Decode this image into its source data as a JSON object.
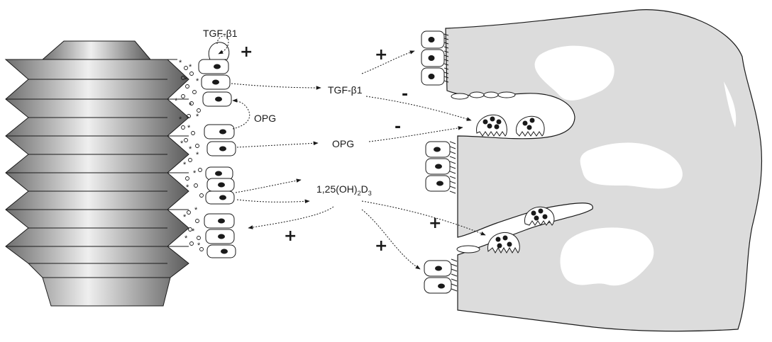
{
  "labels": {
    "tgf_top": "TGF-β1",
    "tgf_mid": "TGF-β1",
    "opg_loop": "OPG",
    "opg_mid": "OPG",
    "vitd_main": "1,25(OH)",
    "vitd_sub2": "2",
    "vitd_D": "D",
    "vitd_sub3": "3"
  },
  "signs": {
    "plus": "+",
    "minus": "-"
  },
  "colors": {
    "bone_fill": "#dcdcdc",
    "implant_dark": "#6e6e6e",
    "implant_light": "#efefef",
    "stroke": "#1a1a1a"
  }
}
